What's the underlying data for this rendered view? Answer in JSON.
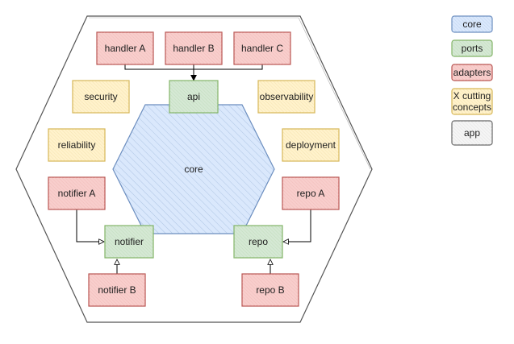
{
  "colors": {
    "core_fill": "#dae8fc",
    "core_stroke": "#6c8ebf",
    "ports_fill": "#d5e8d4",
    "ports_stroke": "#82b366",
    "adapters_fill": "#f8cecc",
    "adapters_stroke": "#b85450",
    "cross_fill": "#fff2cc",
    "cross_stroke": "#d6b656",
    "app_fill": "#f5f5f5",
    "app_stroke": "#666666",
    "edge": "#000000"
  },
  "diagram": {
    "core": {
      "label": "core"
    },
    "ports": {
      "api": "api",
      "notifier": "notifier",
      "repo": "repo"
    },
    "adapters": {
      "handler_a": "handler A",
      "handler_b": "handler B",
      "handler_c": "handler C",
      "notifier_a": "notifier A",
      "notifier_b": "notifier B",
      "repo_a": "repo A",
      "repo_b": "repo B"
    },
    "cross_cutting": {
      "security": "security",
      "observability": "observability",
      "reliability": "reliability",
      "deployment": "deployment"
    }
  },
  "legend": {
    "core": "core",
    "ports": "ports",
    "adapters": "adapters",
    "cross_cutting_1": "X cutting",
    "cross_cutting_2": "concepts",
    "app": "app"
  }
}
